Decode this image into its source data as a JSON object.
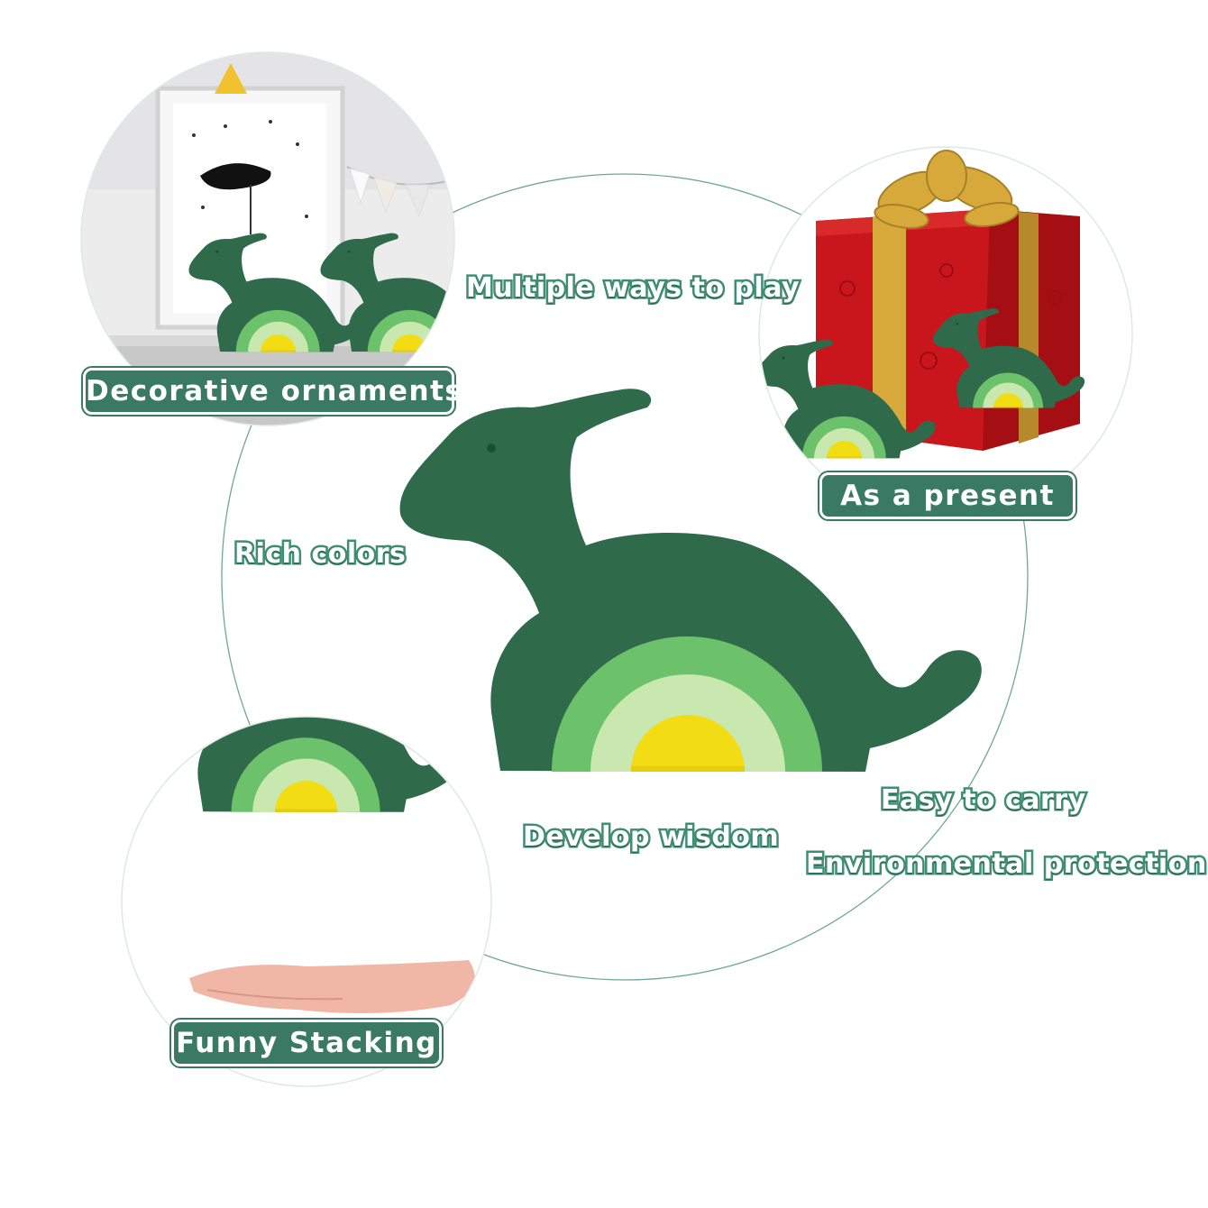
{
  "badges": {
    "decorative": "Decorative ornaments",
    "present": "As a present",
    "stacking": "Funny Stacking"
  },
  "features": {
    "multiple": "Multiple ways to play",
    "rich": "Rich colors",
    "develop": "Develop wisdom",
    "easy": "Easy to carry",
    "environmental": "Environmental protection"
  },
  "colors": {
    "dino_green": "#2f6b4a",
    "ring_green": "#6cc26b",
    "ring_light": "#c8e8b0",
    "center_yellow": "#f2dc14",
    "accent_teal": "#3a7a64",
    "gift_red": "#c8161c",
    "ribbon_gold": "#d7a93a"
  }
}
